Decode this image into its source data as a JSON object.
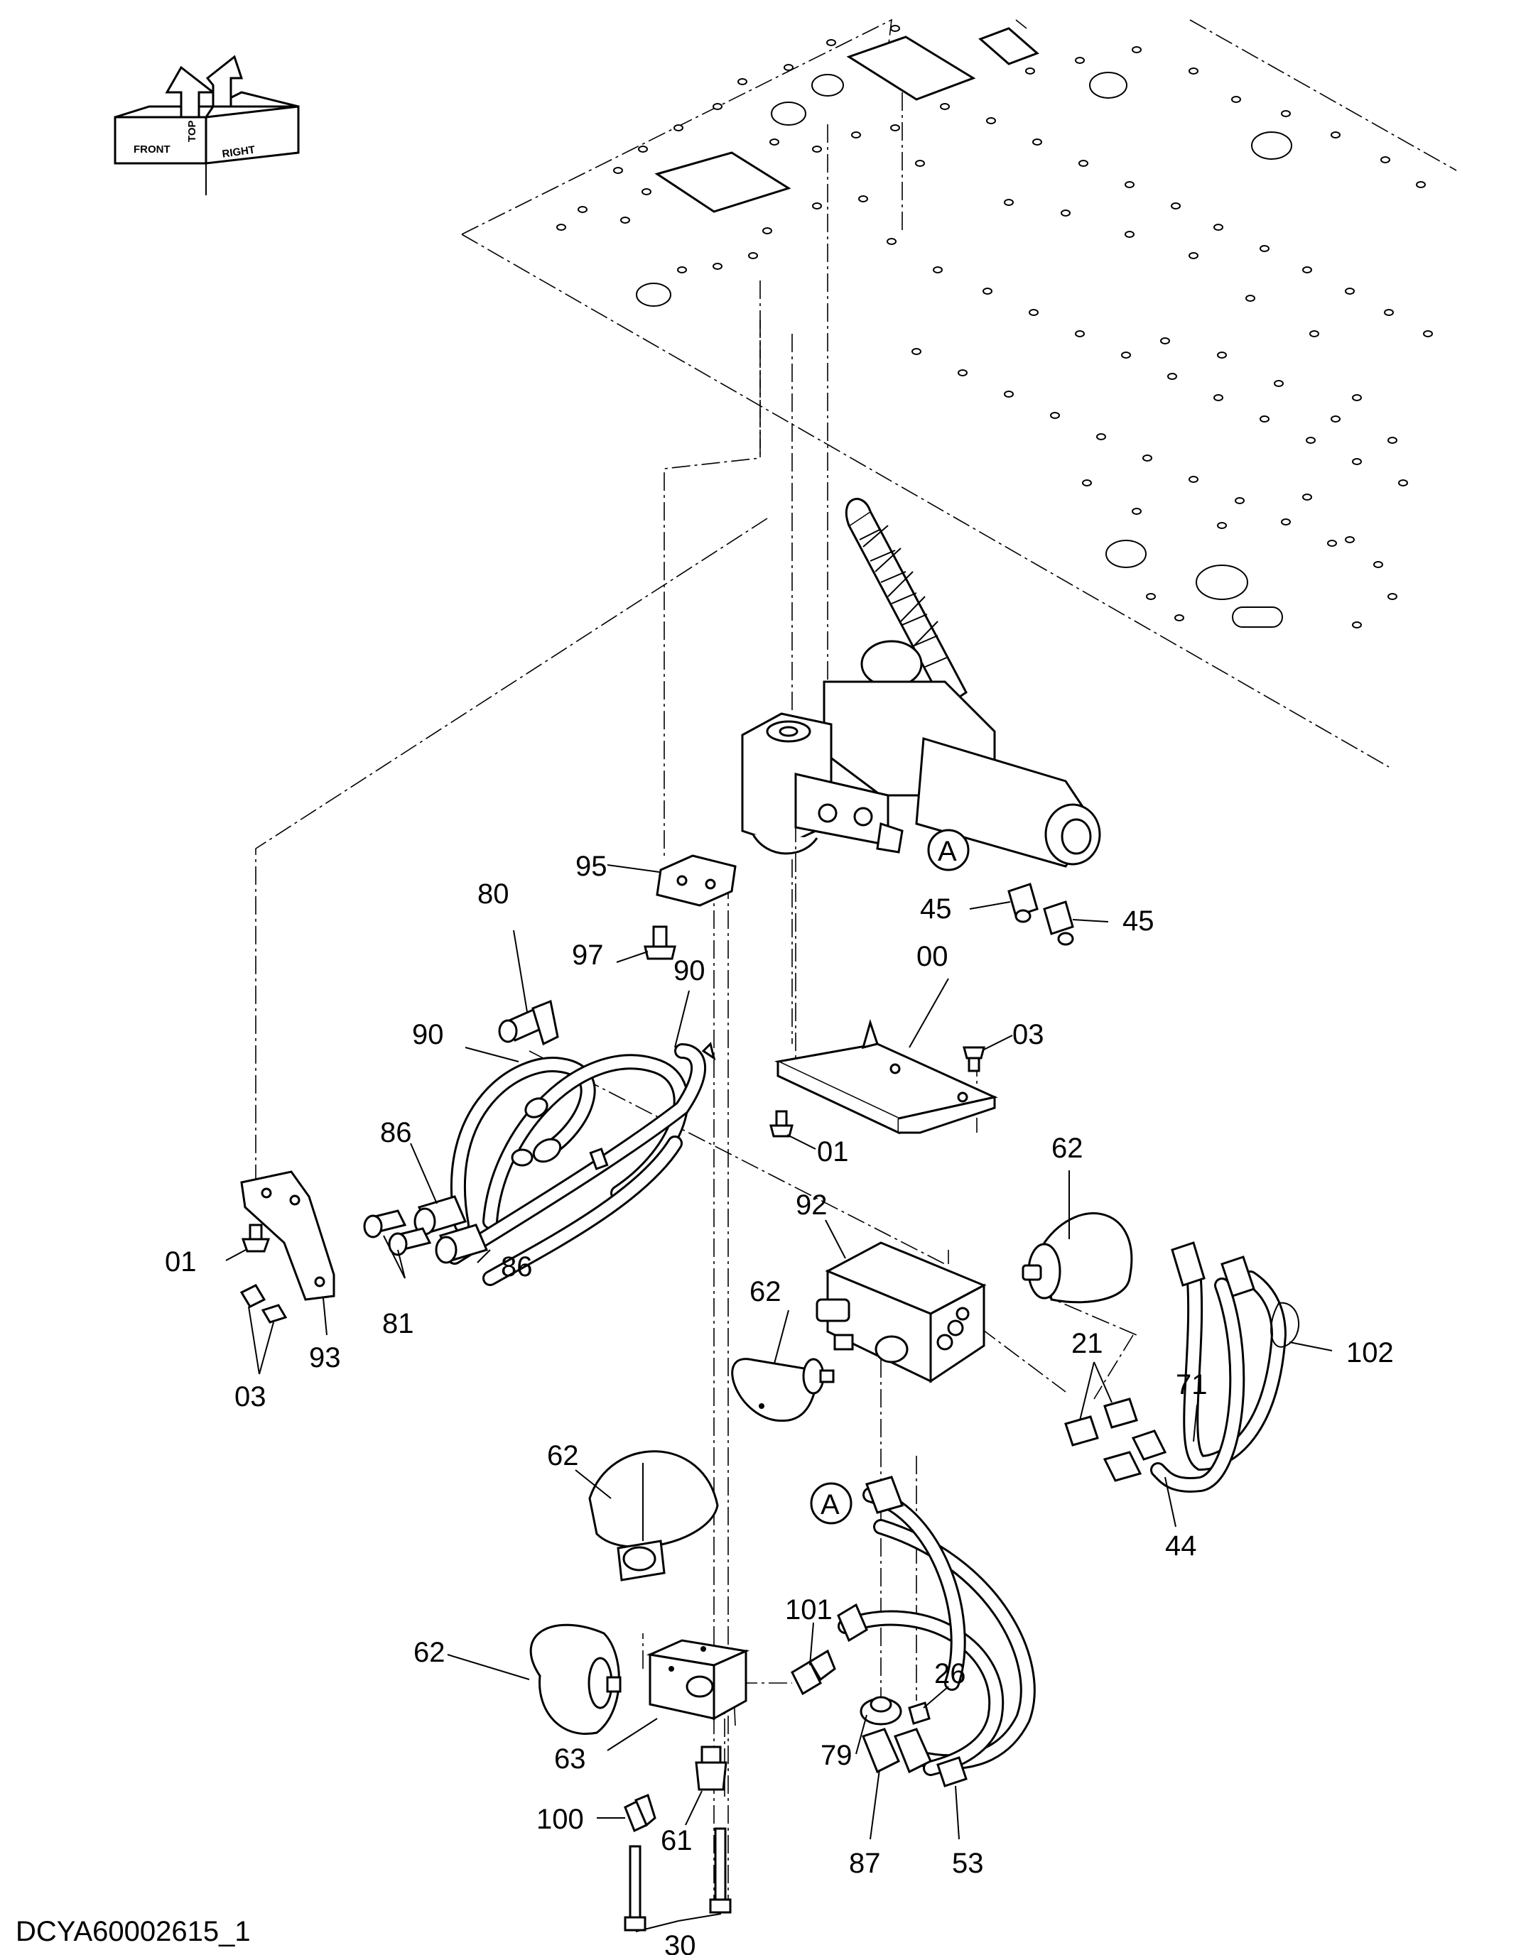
{
  "drawing": {
    "id": "DCYA60002615_1",
    "orientation": {
      "front": "FRONT",
      "top": "TOP",
      "right": "RIGHT"
    },
    "view_marker": "A",
    "parts": [
      {
        "key": "p95",
        "label": "95"
      },
      {
        "key": "p80",
        "label": "80"
      },
      {
        "key": "p97",
        "label": "97"
      },
      {
        "key": "p90a",
        "label": "90"
      },
      {
        "key": "p90b",
        "label": "90"
      },
      {
        "key": "p90c",
        "label": "90"
      },
      {
        "key": "p45a",
        "label": "45"
      },
      {
        "key": "p45b",
        "label": "45"
      },
      {
        "key": "p00",
        "label": "00"
      },
      {
        "key": "p03a",
        "label": "03"
      },
      {
        "key": "p86a",
        "label": "86"
      },
      {
        "key": "p86b",
        "label": "86"
      },
      {
        "key": "p01a",
        "label": "01"
      },
      {
        "key": "p01b",
        "label": "01"
      },
      {
        "key": "p62a",
        "label": "62"
      },
      {
        "key": "p92",
        "label": "92"
      },
      {
        "key": "p81",
        "label": "81"
      },
      {
        "key": "p93",
        "label": "93"
      },
      {
        "key": "p03b",
        "label": "03"
      },
      {
        "key": "p62b",
        "label": "62"
      },
      {
        "key": "p21",
        "label": "21"
      },
      {
        "key": "p71",
        "label": "71"
      },
      {
        "key": "p102",
        "label": "102"
      },
      {
        "key": "p62c",
        "label": "62"
      },
      {
        "key": "p44",
        "label": "44"
      },
      {
        "key": "p101",
        "label": "101"
      },
      {
        "key": "p26",
        "label": "26"
      },
      {
        "key": "p62d",
        "label": "62"
      },
      {
        "key": "p79",
        "label": "79"
      },
      {
        "key": "p63",
        "label": "63"
      },
      {
        "key": "p100",
        "label": "100"
      },
      {
        "key": "p61",
        "label": "61"
      },
      {
        "key": "p87",
        "label": "87"
      },
      {
        "key": "p53",
        "label": "53"
      },
      {
        "key": "p30",
        "label": "30"
      }
    ]
  }
}
